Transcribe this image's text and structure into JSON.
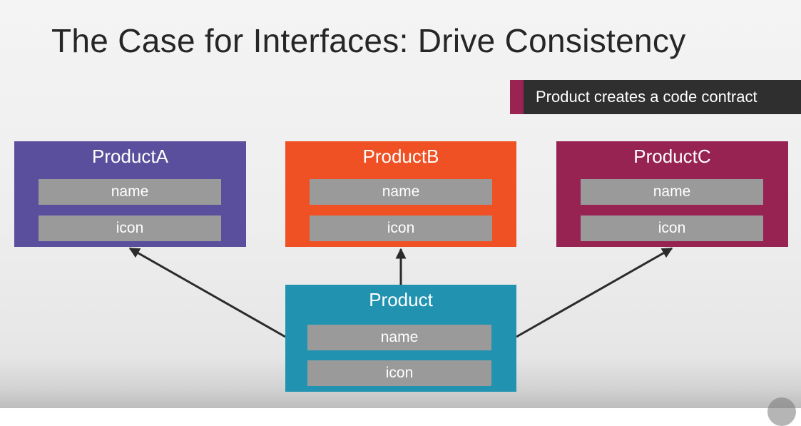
{
  "slide": {
    "title": "The Case for Interfaces: Drive Consistency",
    "callout": "Product creates a code contract"
  },
  "boxes": {
    "product_a": {
      "title": "ProductA",
      "fields": [
        "name",
        "icon"
      ]
    },
    "product_b": {
      "title": "ProductB",
      "fields": [
        "name",
        "icon"
      ]
    },
    "product_c": {
      "title": "ProductC",
      "fields": [
        "name",
        "icon"
      ]
    },
    "product": {
      "title": "Product",
      "fields": [
        "name",
        "icon"
      ]
    }
  },
  "colors": {
    "product_a": "#5a4f9c",
    "product_b": "#ef5124",
    "product_c": "#962351",
    "product": "#2193b1",
    "field": "#9a9a9a",
    "callout_accent": "#9b2352"
  },
  "icons": {
    "player_control": "play-icon"
  }
}
